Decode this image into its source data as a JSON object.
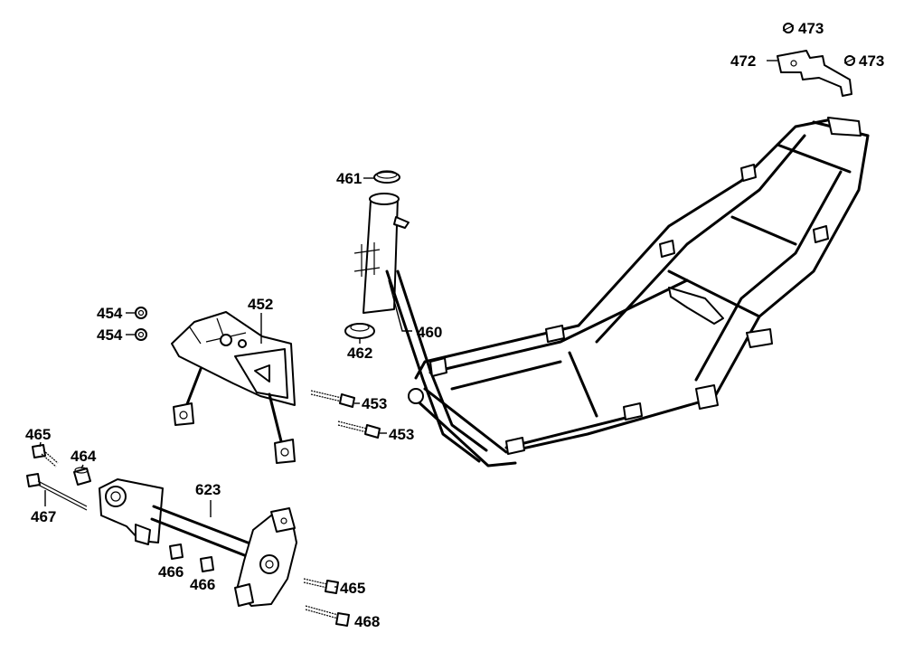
{
  "parts": [
    {
      "id": "p473a",
      "number": "473"
    },
    {
      "id": "p472",
      "number": "472"
    },
    {
      "id": "p473b",
      "number": "473"
    },
    {
      "id": "p461",
      "number": "461"
    },
    {
      "id": "p452",
      "number": "452"
    },
    {
      "id": "p454a",
      "number": "454"
    },
    {
      "id": "p454b",
      "number": "454"
    },
    {
      "id": "p460",
      "number": "460"
    },
    {
      "id": "p462",
      "number": "462"
    },
    {
      "id": "p453a",
      "number": "453"
    },
    {
      "id": "p453b",
      "number": "453"
    },
    {
      "id": "p465a",
      "number": "465"
    },
    {
      "id": "p464",
      "number": "464"
    },
    {
      "id": "p623",
      "number": "623"
    },
    {
      "id": "p467",
      "number": "467"
    },
    {
      "id": "p466a",
      "number": "466"
    },
    {
      "id": "p466b",
      "number": "466"
    },
    {
      "id": "p465b",
      "number": "465"
    },
    {
      "id": "p468",
      "number": "468"
    }
  ]
}
